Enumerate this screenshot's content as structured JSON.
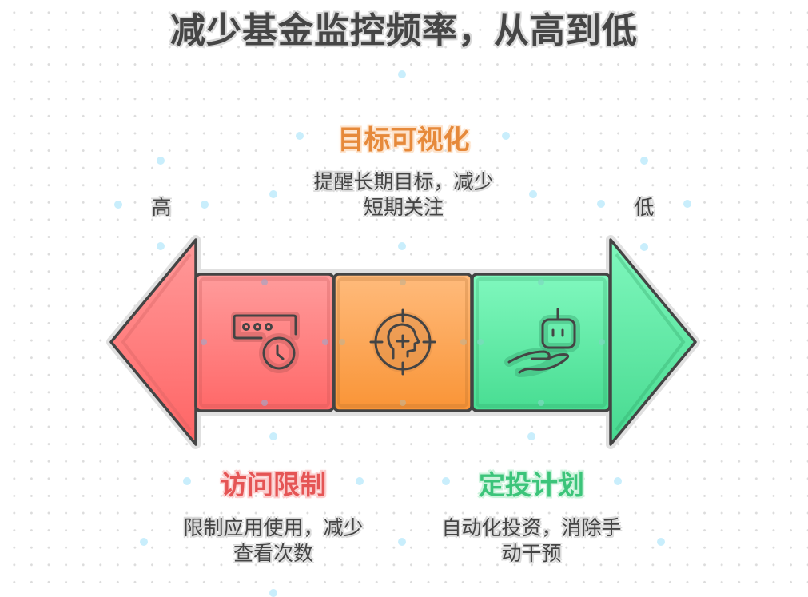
{
  "title": "减少基金监控频率，从高到低",
  "scale": {
    "high_label": "高",
    "low_label": "低"
  },
  "stages": [
    {
      "id": "access-limit",
      "title": "访问限制",
      "description_lines": [
        "限制应用使用，减少",
        "查看次数"
      ],
      "icon": "password-clock-icon",
      "color": "#ff7b7b",
      "title_color": "#e55555"
    },
    {
      "id": "goal-visualization",
      "title": "目标可视化",
      "description_lines": [
        "提醒长期目标，减少",
        "短期关注"
      ],
      "icon": "target-head-icon",
      "color": "#fba24c",
      "title_color": "#e6893a"
    },
    {
      "id": "auto-invest",
      "title": "定投计划",
      "description_lines": [
        "自动化投资，消除手",
        "动干预"
      ],
      "icon": "robot-hand-icon",
      "color": "#5ee59c",
      "title_color": "#3cc47a"
    }
  ],
  "colors": {
    "outline": "#444444",
    "red_top": "#ff9a9a",
    "red_bottom": "#ff6a6a",
    "orange_top": "#ffbb7a",
    "orange_bottom": "#f99538",
    "green_top": "#7ff8bd",
    "green_bottom": "#48de93"
  }
}
